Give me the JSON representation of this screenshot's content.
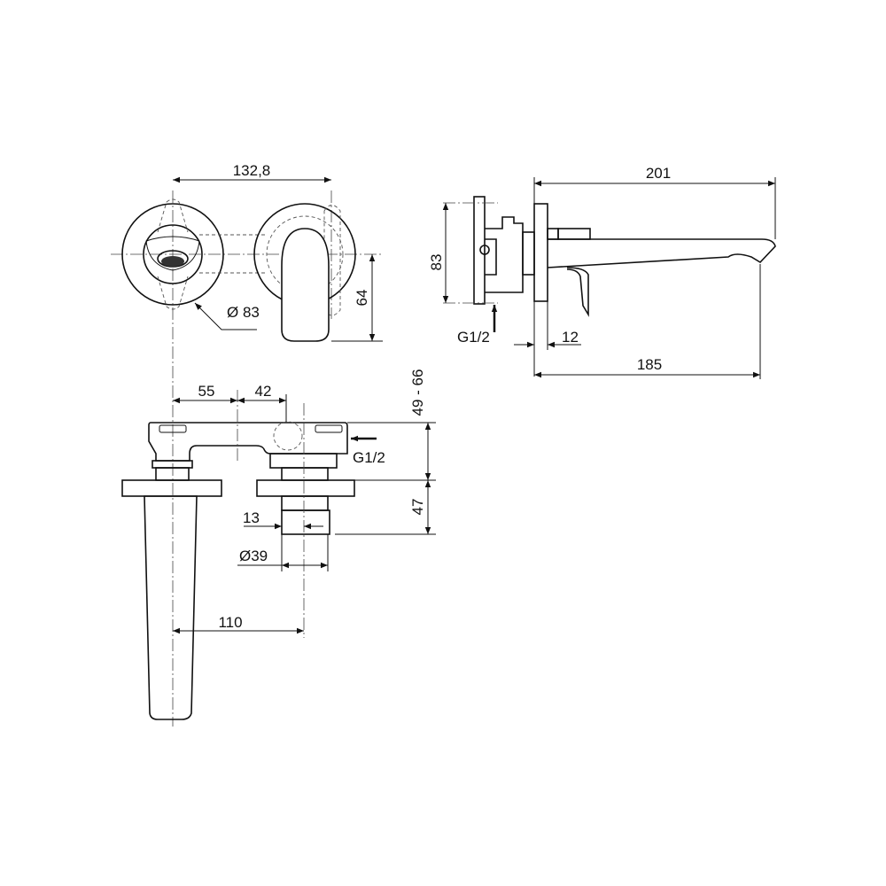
{
  "drawing": {
    "front_view": {
      "dim_spacing": "132,8",
      "dim_diameter": "Ø 83",
      "dim_lever_height": "64"
    },
    "side_view": {
      "dim_total_length": "201",
      "dim_plate_height": "83",
      "dim_inlet": "G1/2",
      "dim_plate_thickness": "12",
      "dim_spout_length": "185"
    },
    "top_view": {
      "dim_55": "55",
      "dim_42": "42",
      "dim_range": "49 - 66",
      "dim_inlet": "G1/2",
      "dim_47": "47",
      "dim_13": "13",
      "dim_diameter_39": "Ø39",
      "dim_110": "110"
    }
  },
  "colors": {
    "line": "#111111",
    "background": "#ffffff"
  }
}
